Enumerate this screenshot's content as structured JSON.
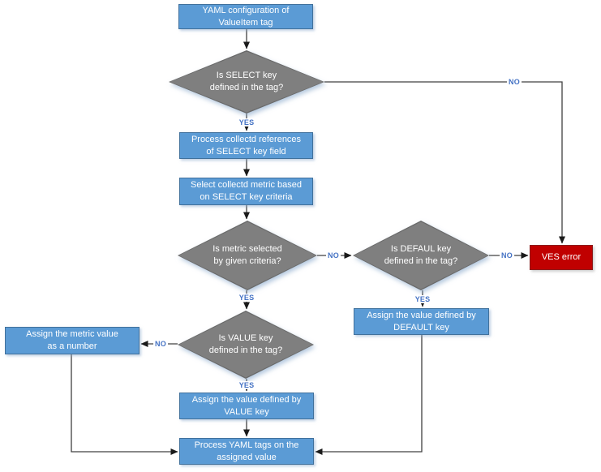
{
  "diagram": {
    "nodes": {
      "start": "YAML configuration of\nValueItem tag",
      "select_key_decision": "Is SELECT key\ndefined in the tag?",
      "process_references": "Process collectd references\nof SELECT key field",
      "select_metric": "Select collectd metric based\non SELECT key criteria",
      "metric_selected_decision": "Is metric selected\nby given criteria?",
      "default_key_decision": "Is DEFAUL key\ndefined in the tag?",
      "ves_error": "VES error",
      "assign_default": "Assign the value defined by\nDEFAULT key",
      "value_key_decision": "Is VALUE key\ndefined in the tag?",
      "assign_metric_number": "Assign the metric value\nas a number",
      "assign_value": "Assign the value defined by\nVALUE key",
      "process_yaml_tags": "Process YAML tags on the\nassigned value"
    },
    "edges": {
      "select_yes": "YES",
      "select_no": "NO",
      "metric_yes": "YES",
      "metric_no": "NO",
      "default_yes": "YES",
      "default_no": "NO",
      "value_yes": "YES",
      "value_no": "NO"
    },
    "colors": {
      "process_fill": "#5b9bd5",
      "process_border": "#41719c",
      "decision_fill": "#7f7f7f",
      "error_fill": "#c00000",
      "connector": "#404040",
      "edge_label_text": "#4472c4"
    }
  }
}
